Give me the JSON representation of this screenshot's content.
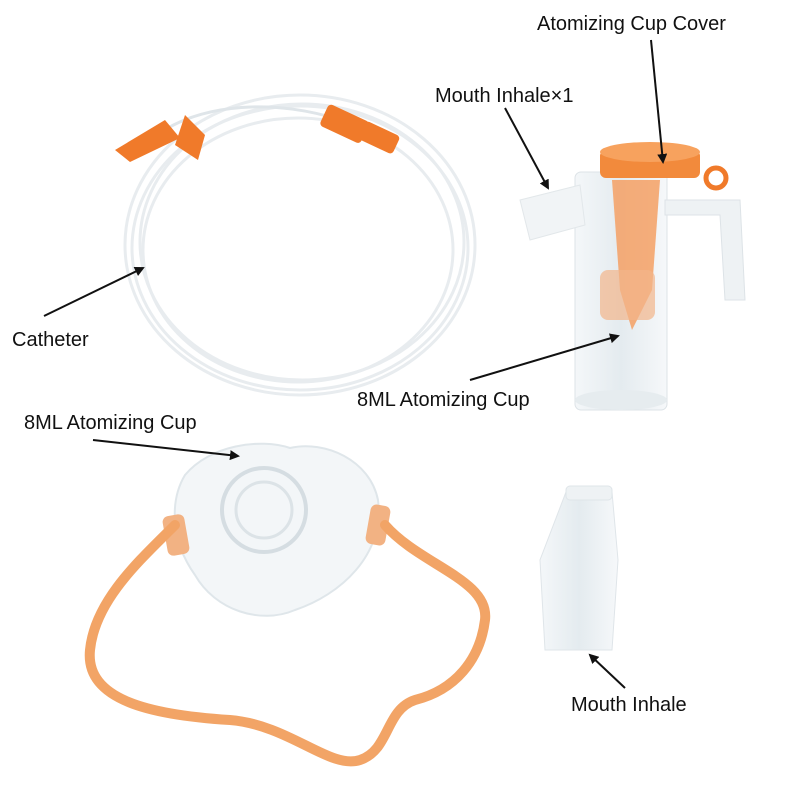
{
  "image": {
    "background": "#ffffff",
    "accent_orange": "#f07a2a",
    "strap_color": "#f2a466",
    "plastic_color": "#e9eef2"
  },
  "labels": {
    "atomizing_cup_cover": "Atomizing Cup Cover",
    "mouth_inhale_x1": "Mouth Inhale×1",
    "catheter": "Catheter",
    "atomizing_cup_top": "8ML Atomizing Cup",
    "atomizing_cup_mask": "8ML Atomizing Cup",
    "mouth_inhale": "Mouth Inhale"
  }
}
